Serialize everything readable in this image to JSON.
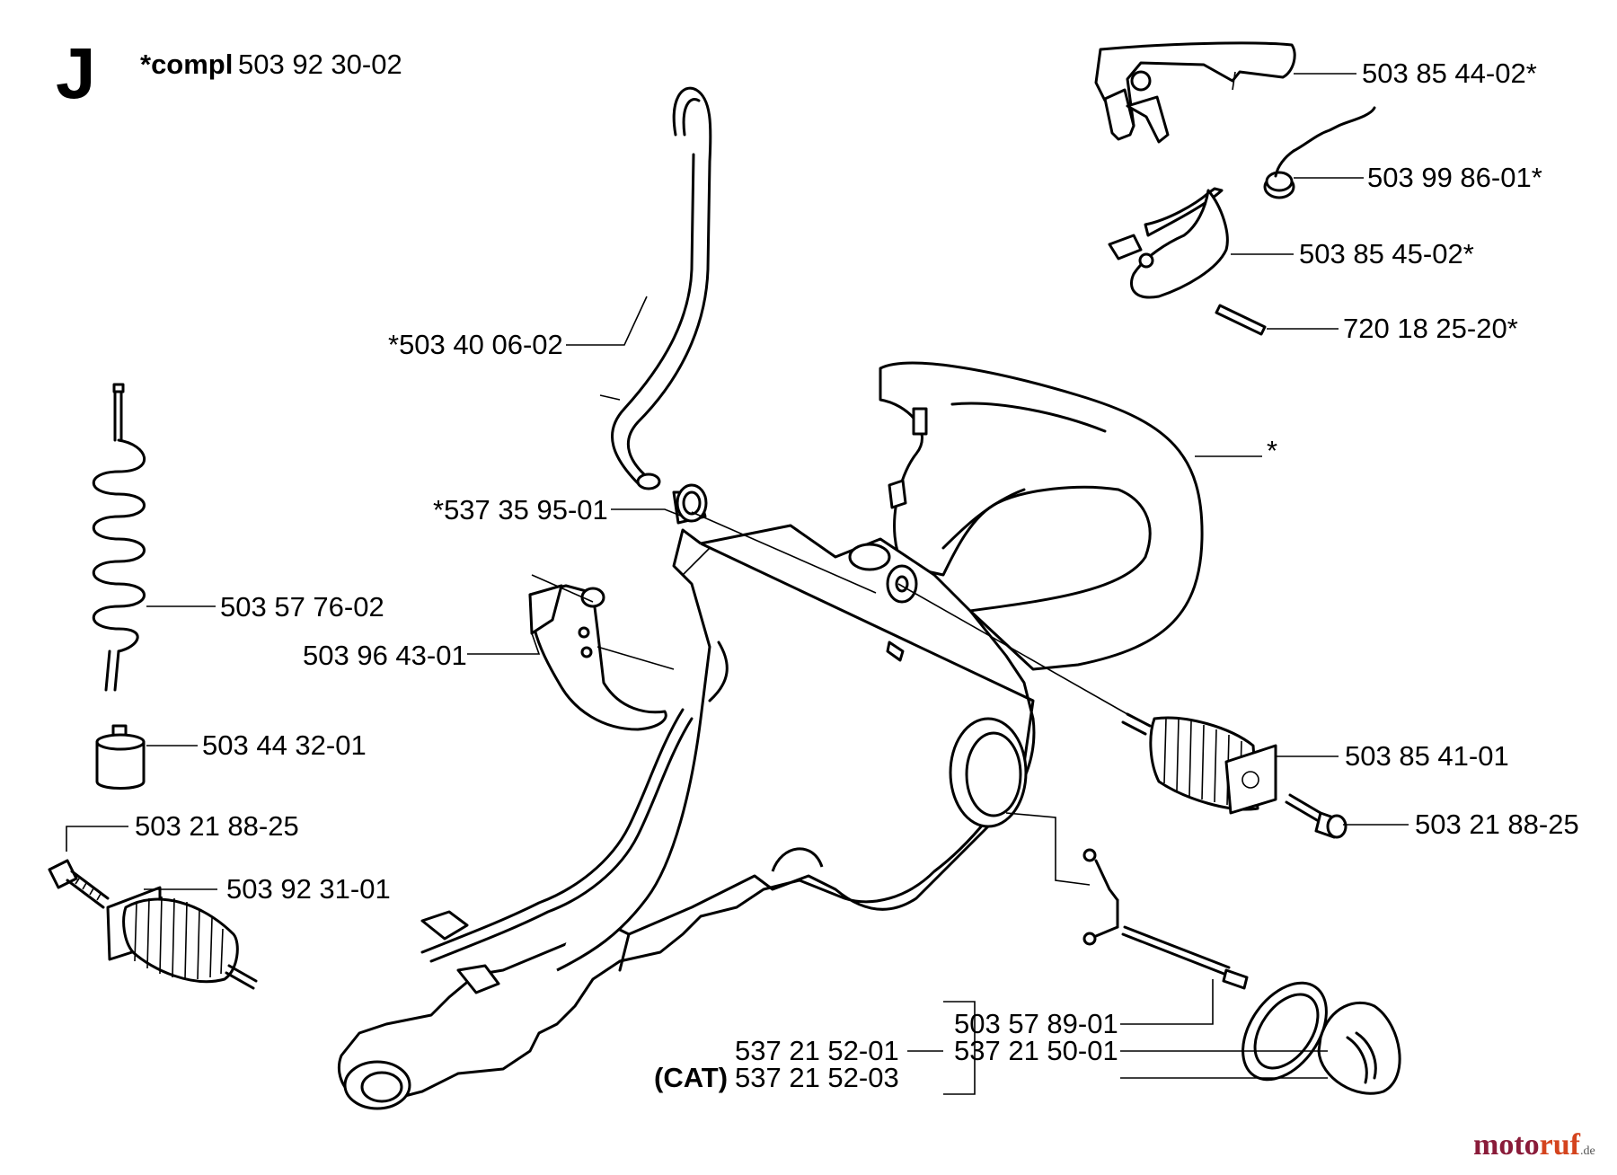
{
  "diagram": {
    "section_letter": "J",
    "assembly": {
      "prefix": "*compl",
      "number": "503 92 30-02"
    },
    "watermark": {
      "part1": "moto",
      "part2": "ruf",
      "suffix": ".de"
    },
    "labels": [
      {
        "id": "fuel-hose",
        "text": "*503 40 06-02"
      },
      {
        "id": "fuel-filter-upper",
        "text": "*537 35 95-01"
      },
      {
        "id": "coil-spring",
        "text": "503 57 76-02"
      },
      {
        "id": "support-bracket",
        "text": "503 96 43-01"
      },
      {
        "id": "fuel-filter-lower",
        "text": "503 44 32-01"
      },
      {
        "id": "screw-left",
        "text": "503 21 88-25"
      },
      {
        "id": "damper-left",
        "text": "503 92 31-01"
      },
      {
        "id": "throttle-trigger",
        "text": "503 85 44-02*"
      },
      {
        "id": "trigger-spring",
        "text": "503 99 86-01*"
      },
      {
        "id": "throttle-lockout",
        "text": "503 85 45-02*"
      },
      {
        "id": "pin",
        "text": "720 18 25-20*"
      },
      {
        "id": "tank-handle",
        "text": "*"
      },
      {
        "id": "damper-right",
        "text": "503 85 41-01"
      },
      {
        "id": "screw-right",
        "text": "503 21 88-25"
      },
      {
        "id": "cap-strap",
        "text": "503 57 89-01"
      },
      {
        "id": "fuel-cap-a",
        "text": "537 21 52-01"
      },
      {
        "id": "fuel-cap-b",
        "text": "537 21 50-01"
      },
      {
        "id": "fuel-cap-cat-prefix",
        "text": "(CAT)"
      },
      {
        "id": "fuel-cap-cat",
        "text": "537 21 52-03"
      }
    ]
  }
}
